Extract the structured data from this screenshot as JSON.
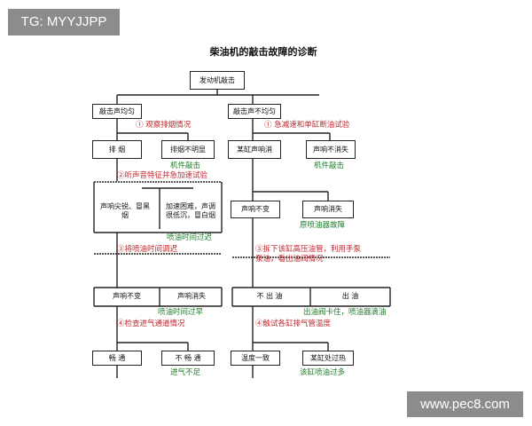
{
  "watermarks": {
    "top_left": "TG: MYYJJPP",
    "bottom_right": "www.pec8.com"
  },
  "colors": {
    "step_note": "#c0262c",
    "result_note": "#1f7a2b",
    "line": "#222222",
    "watermark_bg": "#8c8c8c"
  },
  "diagram": {
    "title": "柴油机的敲击故障的诊断",
    "root": "发动机敲击",
    "left": {
      "branch": "敲击声均匀",
      "step1": "① 观察排烟情况",
      "smoke": "排  烟",
      "smoke_unclear": "排烟不明显",
      "result_mech1": "机件敲击",
      "step2": "②听声音特征并急加速试验",
      "sharp": "声响尖锐、冒黑烟",
      "dull": "加速困难，声调很低沉，冒白烟",
      "injection_late": "喷油时间过迟",
      "step3": "③将喷油时间调迟",
      "noise_same": "声响不变",
      "noise_gone": "声响消失",
      "injection_early": "喷油时间过早",
      "step4": "④检查进气通道情况",
      "clear": "畅  通",
      "not_clear": "不 畅 通",
      "air_short": "进气不足"
    },
    "right": {
      "branch": "敲击声不均匀",
      "step1": "① 急减速和单缸断油试验",
      "cyl_gone": "某缸声响消",
      "noise_stay": "声响不消失",
      "result_mech2": "机件敲击",
      "noise_same": "声响不变",
      "noise_gone": "声响消失",
      "injector_fault": "原喷油器故障",
      "step2": "③拆下该缸高压油管，利用手泵泵油，看出油阀情况",
      "no_oil": "不 出 油",
      "oil_out": "出  油",
      "valve_stuck": "出油阀卡住，喷油器滴油",
      "step3": "④触试各缸排气管温度",
      "temp_same": "温度一致",
      "cyl_hot": "某缸处过热",
      "excess_fuel": "该缸喷油过多"
    }
  }
}
